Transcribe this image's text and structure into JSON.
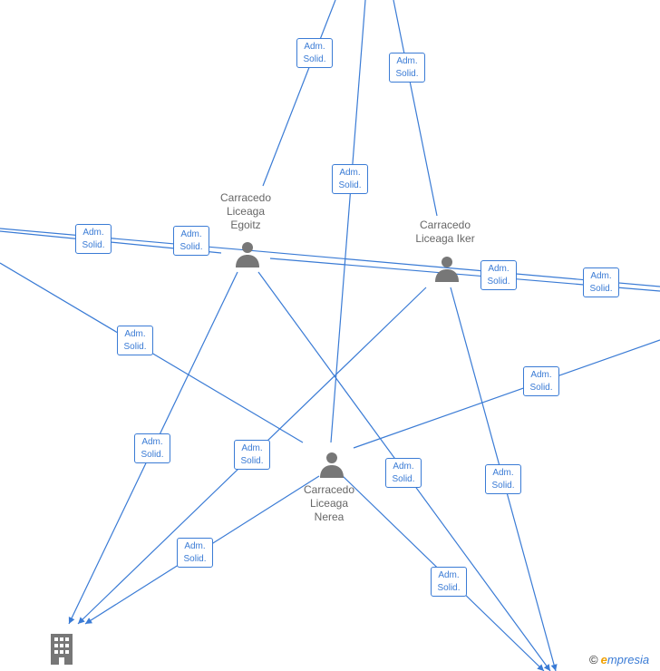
{
  "people": [
    {
      "id": "egoitz",
      "lines": [
        "Carracedo",
        "Liceaga",
        "Egoitz"
      ]
    },
    {
      "id": "iker",
      "lines": [
        "Carracedo",
        "Liceaga Iker"
      ]
    },
    {
      "id": "nerea",
      "lines": [
        "Carracedo",
        "Liceaga",
        "Nerea"
      ]
    }
  ],
  "edge_label": {
    "line1": "Adm.",
    "line2": "Solid."
  },
  "brand": {
    "copyright": "©",
    "e": "e",
    "rest": "mpresia"
  }
}
